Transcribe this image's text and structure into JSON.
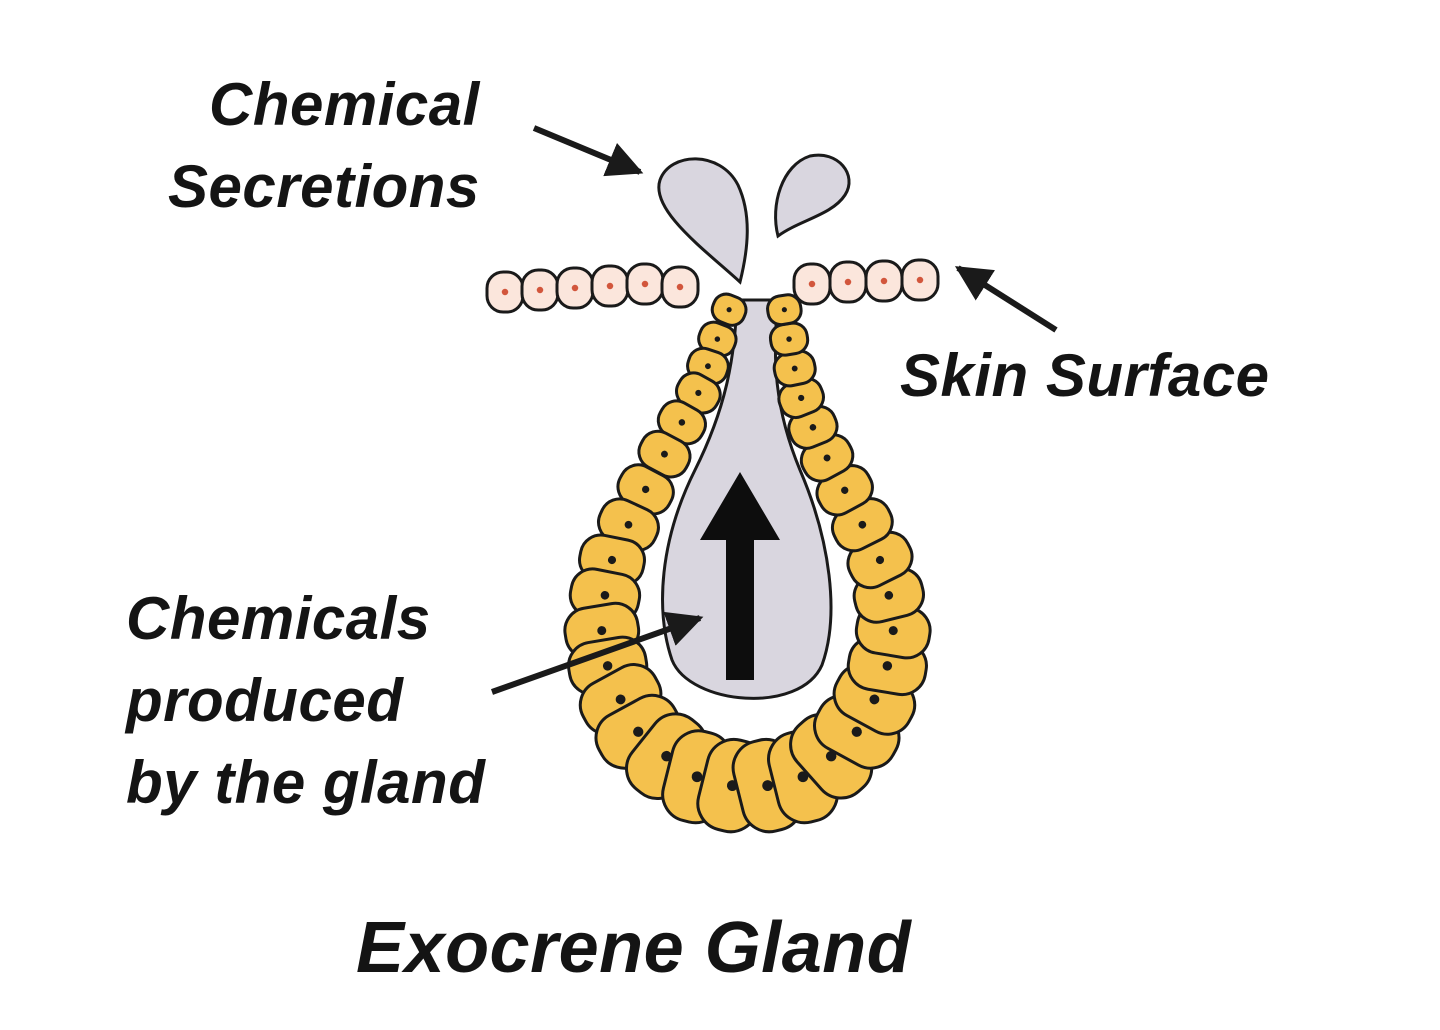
{
  "labels": {
    "secretions_line1": "Chemical",
    "secretions_line2": "Secretions",
    "skin_surface": "Skin Surface",
    "chemicals_line1": "Chemicals",
    "chemicals_line2": "produced",
    "chemicals_line3": "by the gland",
    "title": "Exocrene Gland"
  },
  "colors": {
    "gland_cell": "#F4C14D",
    "skin_cell": "#FBE6DC",
    "skin_nucleus": "#D2563C",
    "lumen": "#D9D6DF",
    "outline": "#1A1A1A"
  }
}
